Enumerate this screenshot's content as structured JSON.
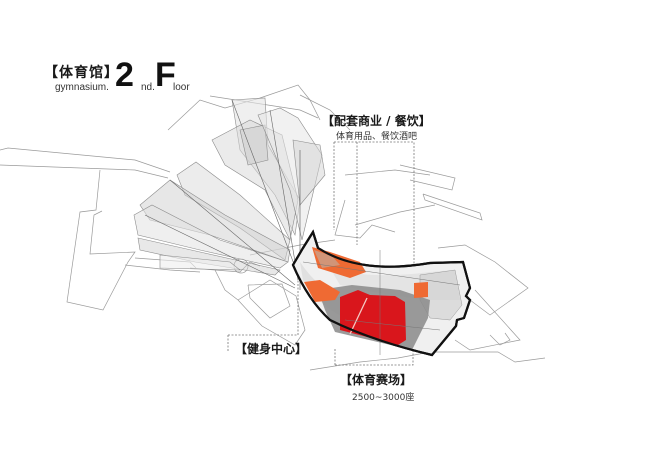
{
  "title": {
    "name_cn": "【体育馆】",
    "name_en": "gymnasium.",
    "floor_number": "2",
    "floor_suffix": "nd.",
    "floor_initial": "F",
    "floor_rest": "loor"
  },
  "labels": {
    "commercial": {
      "title": "【配套商业 / 餐饮】",
      "subtitle": "体育用品、餐饮酒吧"
    },
    "fitness": {
      "title": "【健身中心】"
    },
    "arena": {
      "title": "【体育赛场】",
      "subtitle": "2500~3000座"
    }
  },
  "colors": {
    "arena_red": "#d9161c",
    "commercial_orange": "#ef6a33",
    "outline_black": "#111111",
    "massing_gray": "#c8c8c8",
    "circulation_gray": "#8a8a8a",
    "line_gray": "#9a9a9a"
  }
}
